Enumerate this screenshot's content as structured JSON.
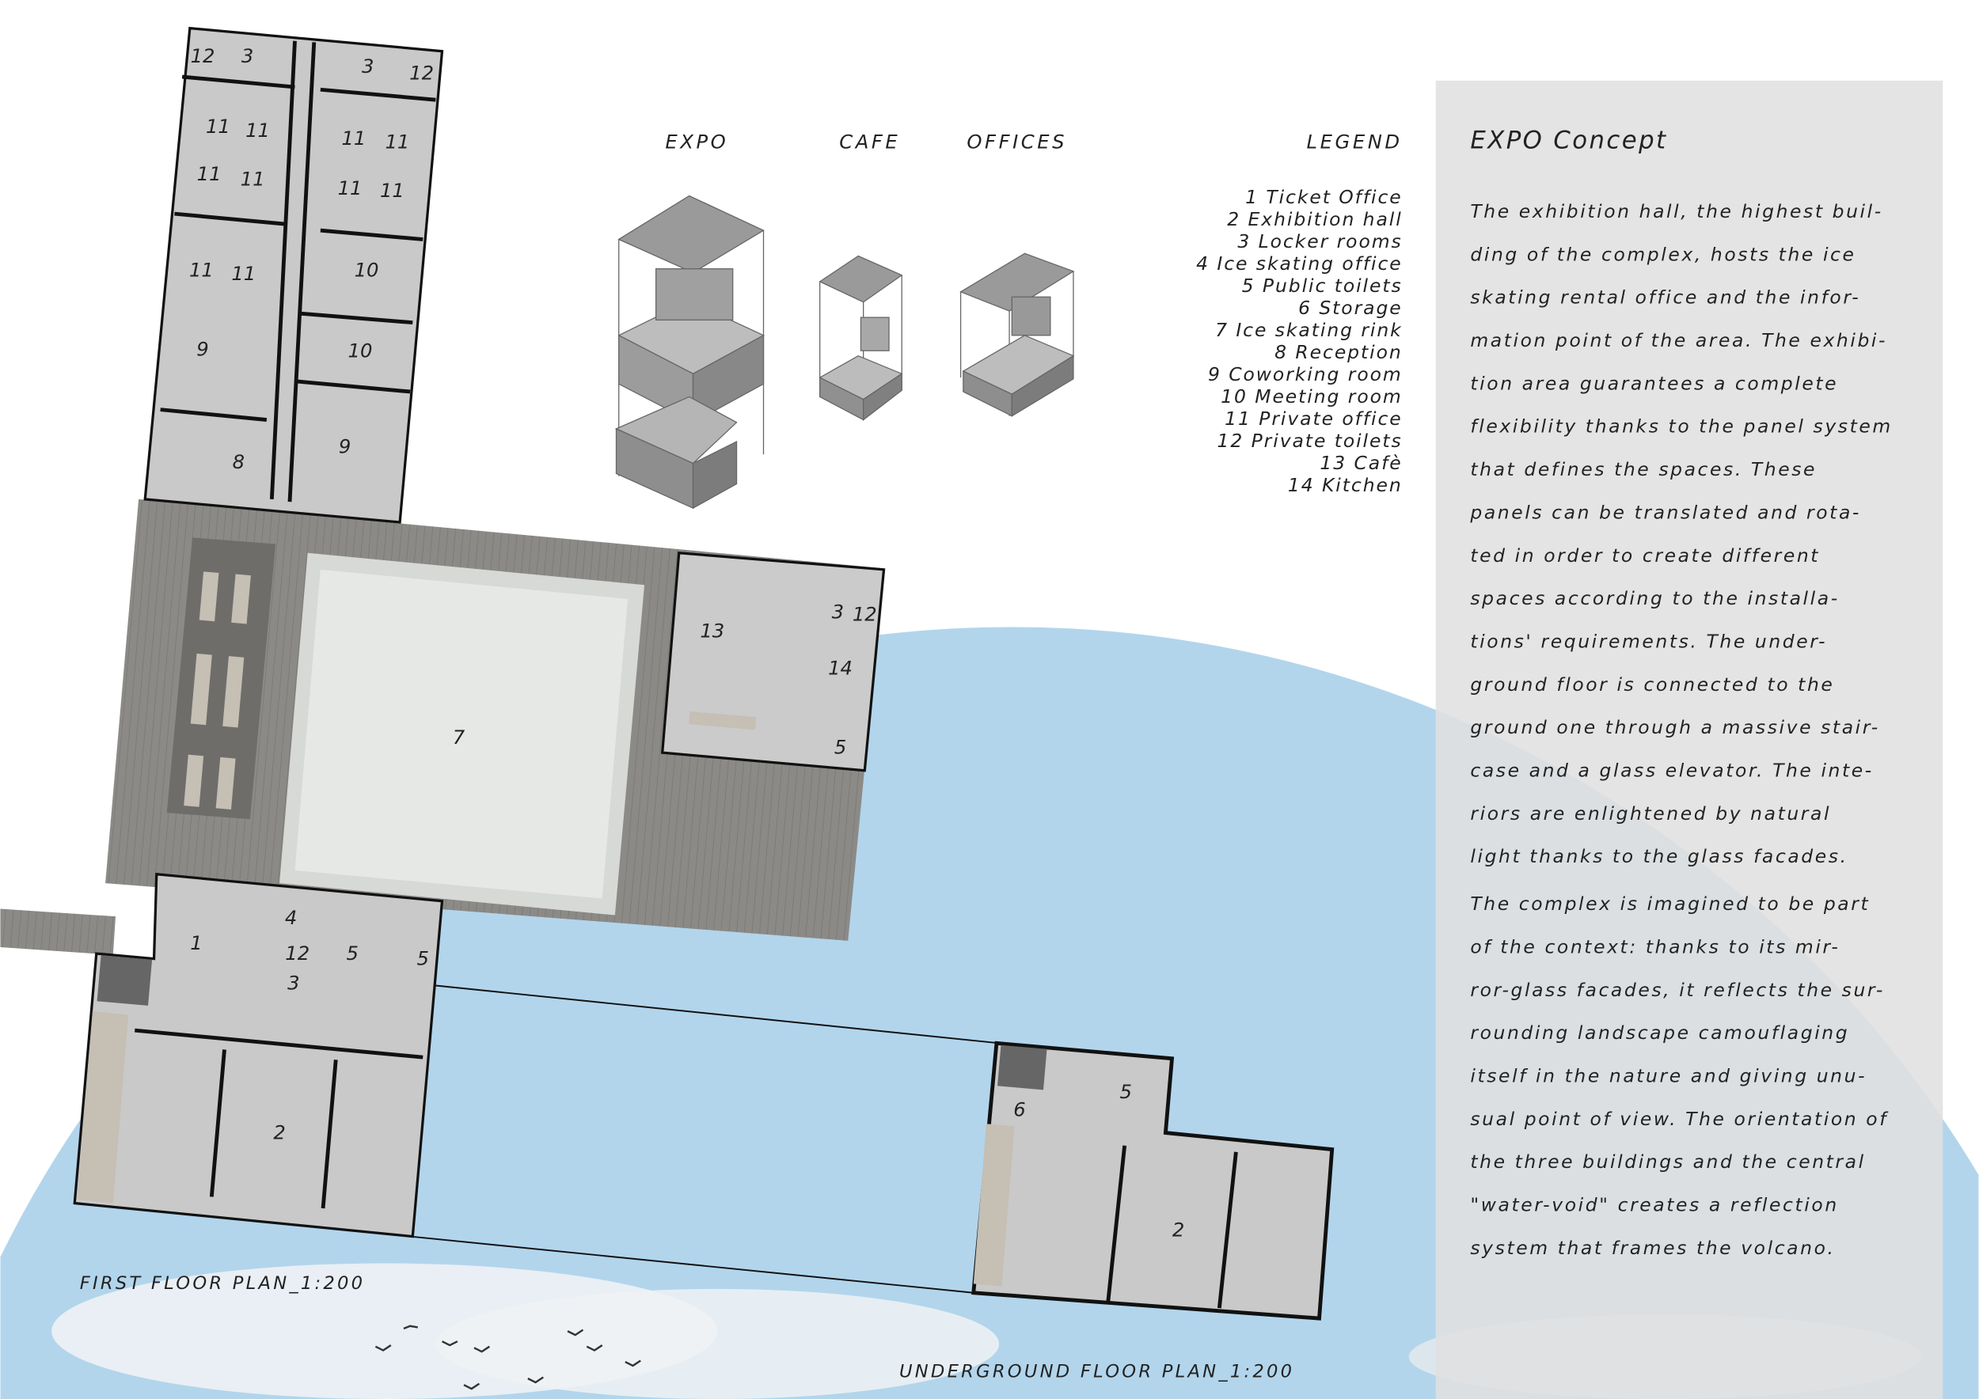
{
  "diagram_labels": {
    "expo": "EXPO",
    "cafe": "CAFE",
    "offices": "OFFICES"
  },
  "legend": {
    "title": "LEGEND",
    "items": [
      "1 Ticket Office",
      "2 Exhibition hall",
      "3 Locker rooms",
      "4 Ice skating office",
      "5 Public toilets",
      "6 Storage",
      "7 Ice skating rink",
      "8 Reception",
      "9 Coworking room",
      "10 Meeting room",
      "11 Private office",
      "12 Private toilets",
      "13 Cafè",
      "14 Kitchen"
    ]
  },
  "concept": {
    "title": "EXPO Concept",
    "lines": [
      "The exhibition hall, the highest buil-",
      "ding of the complex, hosts the ice",
      "skating rental office and the infor-",
      "mation point of the area. The exhibi-",
      "tion area guarantees a complete",
      "flexibility thanks to the panel system",
      "that defines the spaces.  These",
      "panels can be translated and rota-",
      "ted in order to create different",
      "spaces according to the installa-",
      "tions' requirements. The under-",
      "ground floor is connected to the",
      "ground one through a massive stair-",
      "case and a glass elevator.  The inte-",
      "riors are enlightened by natural",
      "light thanks to the glass facades.",
      "The complex is imagined to be part",
      "of the context: thanks to its mir-",
      "ror-glass facades, it reflects the sur-",
      "rounding landscape camouflaging",
      "itself in the nature and giving unu-",
      "sual point of view. The orientation of",
      "the three buildings and the central",
      "\"water-void\" creates a reflection",
      "system that frames the volcano."
    ]
  },
  "plans": {
    "first_floor": "FIRST FLOOR PLAN_1:200",
    "underground": "UNDERGROUND FLOOR PLAN_1:200"
  },
  "room_labels": [
    "12",
    "3",
    "3",
    "12",
    "11",
    "11",
    "11",
    "11",
    "11",
    "11",
    "11",
    "11",
    "11",
    "11",
    "10",
    "9",
    "10",
    "8",
    "9",
    "13",
    "3",
    "12",
    "14",
    "5",
    "7",
    "4",
    "1",
    "12",
    "5",
    "5",
    "3",
    "2",
    "6",
    "5",
    "2"
  ],
  "colors": {
    "panel": "#e0e0e0",
    "sky": "#a9cfe8",
    "plaza": "#8c8a87",
    "floor": "#c8c8c8",
    "rink": "#e2e4e1"
  }
}
